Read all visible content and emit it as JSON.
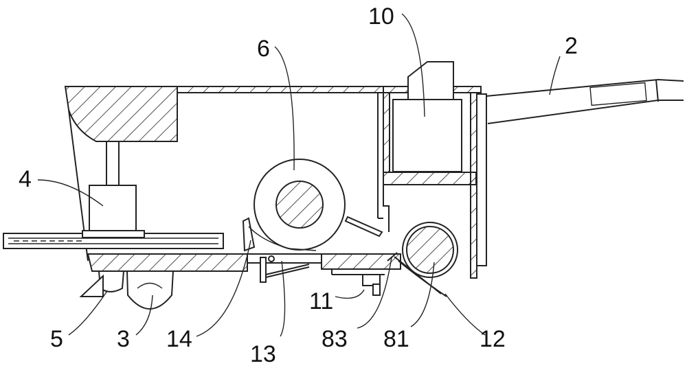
{
  "figure": {
    "labels": {
      "l2": "2",
      "l3": "3",
      "l4": "4",
      "l5": "5",
      "l6": "6",
      "l10": "10",
      "l11": "11",
      "l12": "12",
      "l13": "13",
      "l14": "14",
      "l81": "81",
      "l83": "83"
    }
  }
}
